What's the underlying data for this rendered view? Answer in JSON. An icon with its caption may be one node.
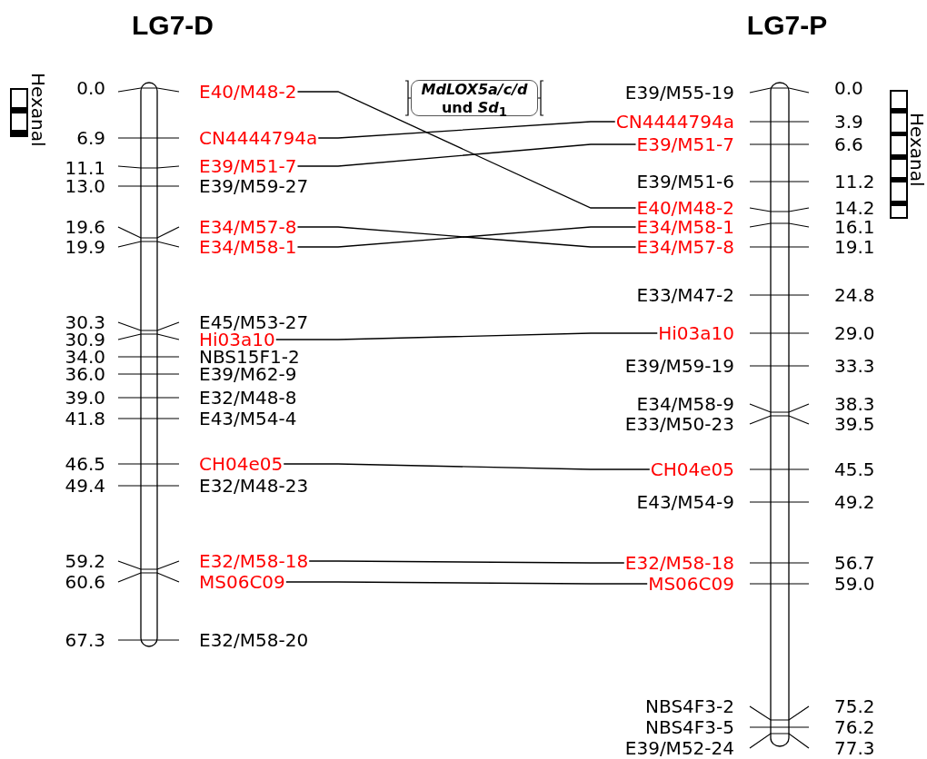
{
  "diagram": {
    "nodes": [
      {
        "text": [
          "LG7-D"
        ]
      },
      {
        "text": [
          "E40/M48-2"
        ]
      },
      {
        "text": [
          "CN4444794a"
        ]
      },
      {
        "text": [
          "E39/M51-7"
        ]
      },
      {
        "text": [
          "E39/M59-27"
        ]
      },
      {
        "text": [
          "E34/M57-8"
        ]
      },
      {
        "text": [
          "E34/M58-1"
        ]
      },
      {
        "text": [
          "E45/M53-27"
        ]
      },
      {
        "text": [
          "Hi03a10"
        ]
      },
      {
        "text": [
          "NBS15F1-2"
        ]
      },
      {
        "text": [
          "E39/M62-9"
        ]
      },
      {
        "text": [
          "E32/M48-8"
        ]
      },
      {
        "text": [
          "E43/M54-4"
        ]
      },
      {
        "text": [
          "CH04e05"
        ]
      },
      {
        "text": [
          "E32/M48-23"
        ]
      },
      {
        "text": [
          "E32/M58-18"
        ]
      },
      {
        "text": [
          "MS06C09"
        ]
      },
      {
        "text": [
          "E32/M58-20"
        ]
      },
      {
        "text": [
          "LG7-P"
        ]
      },
      {
        "text": [
          "E39/M55-19"
        ]
      },
      {
        "text": [
          "CN4444794a"
        ]
      },
      {
        "text": [
          "E39/M51-7"
        ]
      },
      {
        "text": [
          "E39/M51-6"
        ]
      },
      {
        "text": [
          "E40/M48-2"
        ]
      },
      {
        "text": [
          "E34/M58-1"
        ]
      },
      {
        "text": [
          "E34/M57-8"
        ]
      },
      {
        "text": [
          "E33/M47-2"
        ]
      },
      {
        "text": [
          "Hi03a10"
        ]
      },
      {
        "text": [
          "E39/M59-19"
        ]
      },
      {
        "text": [
          "E34/M58-9"
        ]
      },
      {
        "text": [
          "E33/M50-23"
        ]
      },
      {
        "text": [
          "CH04e05"
        ]
      },
      {
        "text": [
          "E43/M54-9"
        ]
      },
      {
        "text": [
          "E32/M58-18"
        ]
      },
      {
        "text": [
          "MS06C09"
        ]
      },
      {
        "text": [
          "NBS4F3-2"
        ]
      },
      {
        "text": [
          "NBS4F3-5"
        ]
      },
      {
        "text": [
          "E39/M52-24"
        ]
      },
      {
        "text": [
          "Hexanal"
        ]
      },
      {
        "text": [
          "Hexanal"
        ]
      },
      {
        "text": [
          "*MdLOX5a/c/d* und *Sd*$_{1}$"
        ]
      }
    ],
    "edges": [
      {
        "from": 1,
        "to": 23,
        "arrow": "none"
      },
      {
        "from": 2,
        "to": 20,
        "arrow": "none"
      },
      {
        "from": 3,
        "to": 21,
        "arrow": "none"
      },
      {
        "from": 5,
        "to": 25,
        "arrow": "none"
      },
      {
        "from": 6,
        "to": 24,
        "arrow": "none"
      },
      {
        "from": 8,
        "to": 27,
        "arrow": "none"
      },
      {
        "from": 13,
        "to": 31,
        "arrow": "none"
      },
      {
        "from": 15,
        "to": 33,
        "arrow": "none"
      },
      {
        "from": 16,
        "to": 34,
        "arrow": "none"
      }
    ],
    "labels": [
      "0.0",
      "6.9",
      "11.1",
      "13.0",
      "19.6",
      "19.9",
      "30.3",
      "30.9",
      "34.0",
      "36.0",
      "39.0",
      "41.8",
      "46.5",
      "49.4",
      "59.2",
      "60.6",
      "67.3",
      "0.0",
      "3.9",
      "6.6",
      "11.2",
      "14.2",
      "16.1",
      "19.1",
      "24.8",
      "29.0",
      "33.3",
      "38.3",
      "39.5",
      "45.5",
      "49.2",
      "56.7",
      "59.0",
      "75.2",
      "76.2",
      "77.3"
    ]
  }
}
